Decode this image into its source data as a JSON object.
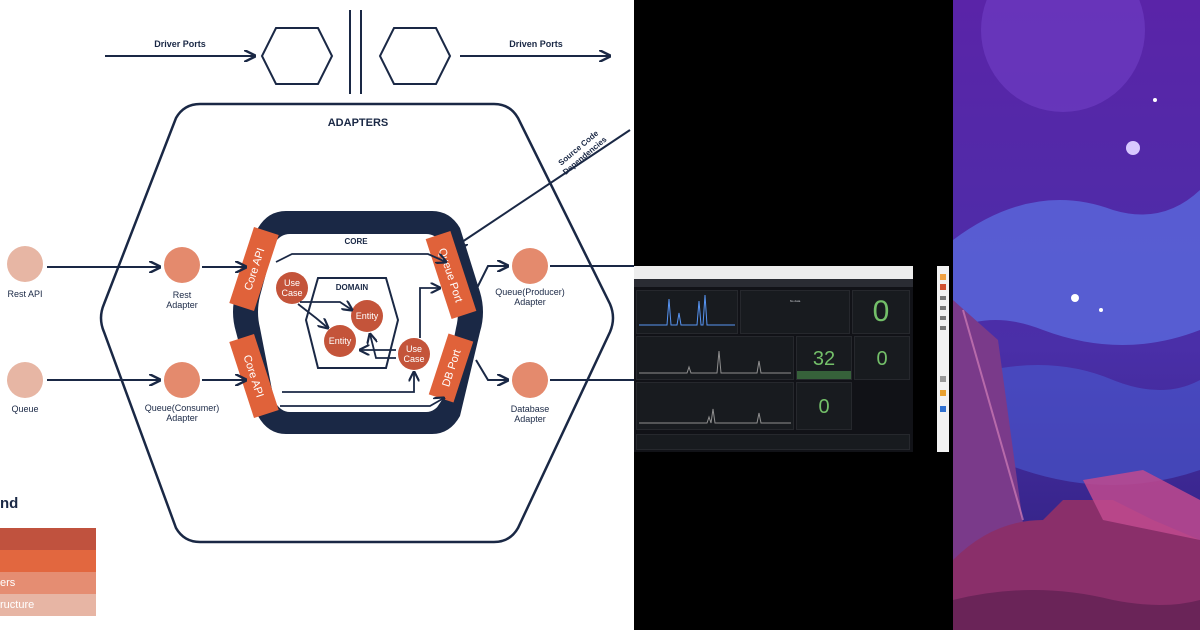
{
  "diagram": {
    "driver_ports": "Driver Ports",
    "driven_ports": "Driven Ports",
    "adapters": "ADAPTERS",
    "core": "CORE",
    "domain": "DOMAIN",
    "source_code_line1": "Source Code",
    "source_code_line2": "Dependencies",
    "rest_api": "Rest API",
    "queue": "Queue",
    "rest_adapter_line1": "Rest",
    "rest_adapter_line2": "Adapter",
    "queue_consumer_line1": "Queue(Consumer)",
    "queue_consumer_line2": "Adapter",
    "queue_producer_line1": "Queue(Producer)",
    "queue_producer_line2": "Adapter",
    "database_adapter_line1": "Database",
    "database_adapter_line2": "Adapter",
    "core_api": "Core API",
    "queue_port": "Queue Port",
    "db_port": "DB Port",
    "use_case_line1": "Use",
    "use_case_line2": "Case",
    "entity": "Entity",
    "legend_title": "nd",
    "legend_items": [
      "",
      "",
      "ers",
      "ructure"
    ]
  },
  "colors": {
    "navy": "#1a2845",
    "orange": "#e0623a",
    "salmon": "#e48a6d",
    "peach": "#e7b6a4",
    "dark_entity": "#c4543a",
    "legend_1": "#c0523e",
    "legend_2": "#e2673f",
    "legend_3": "#e58d72",
    "legend_4": "#e7b5a4",
    "stat_green": "#73bf69"
  },
  "dashboard": {
    "no_data": "No data",
    "stat_top": "0",
    "stat_mid_1": "32",
    "stat_mid_2": "0",
    "stat_bottom": "0"
  }
}
